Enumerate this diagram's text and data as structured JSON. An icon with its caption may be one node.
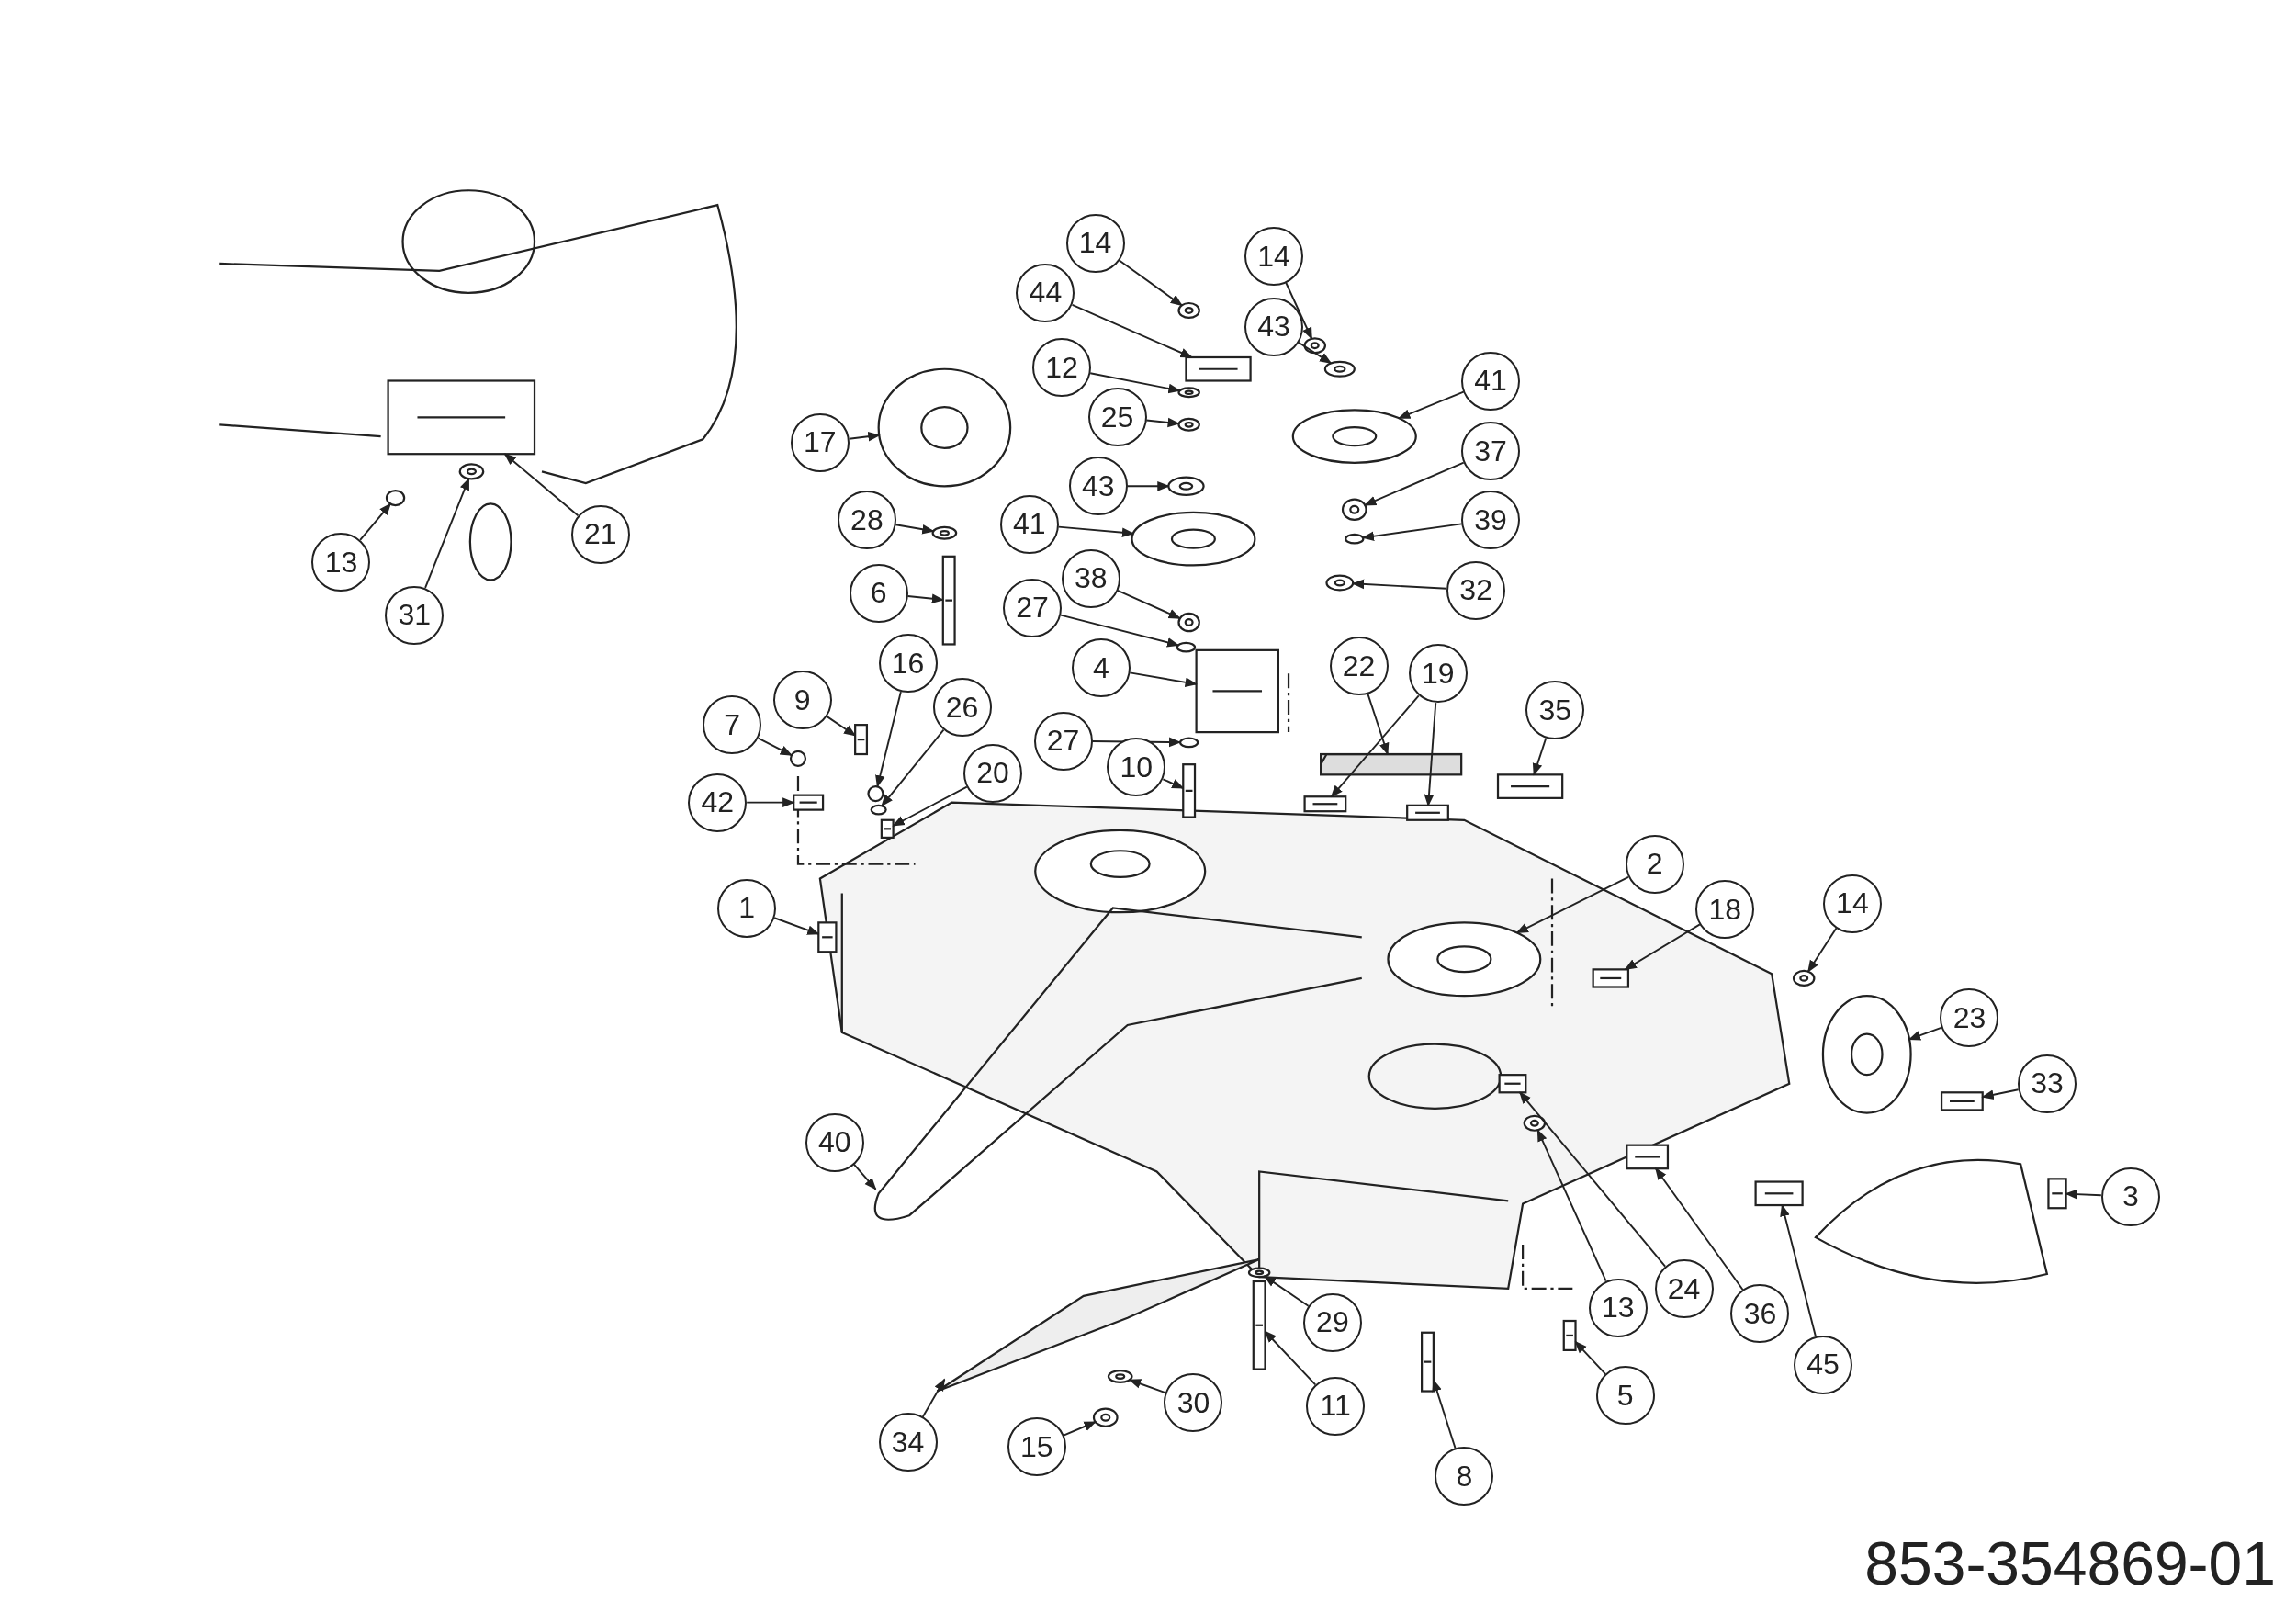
{
  "diagram": {
    "nodes": [
      {
        "text": [
          "14"
        ]
      },
      {
        "text": [
          "14"
        ]
      },
      {
        "text": [
          "44"
        ]
      },
      {
        "text": [
          "43"
        ]
      },
      {
        "text": [
          "41"
        ]
      },
      {
        "text": [
          "12"
        ]
      },
      {
        "text": [
          "25"
        ]
      },
      {
        "text": [
          "17"
        ]
      },
      {
        "text": [
          "37"
        ]
      },
      {
        "text": [
          "43"
        ]
      },
      {
        "text": [
          "28"
        ]
      },
      {
        "text": [
          "41"
        ]
      },
      {
        "text": [
          "39"
        ]
      },
      {
        "text": [
          "6"
        ]
      },
      {
        "text": [
          "32"
        ]
      },
      {
        "text": [
          "38"
        ]
      },
      {
        "text": [
          "27"
        ]
      },
      {
        "text": [
          "4"
        ]
      },
      {
        "text": [
          "22"
        ]
      },
      {
        "text": [
          "19"
        ]
      },
      {
        "text": [
          "35"
        ]
      },
      {
        "text": [
          "16"
        ]
      },
      {
        "text": [
          "9"
        ]
      },
      {
        "text": [
          "26"
        ]
      },
      {
        "text": [
          "7"
        ]
      },
      {
        "text": [
          "27"
        ]
      },
      {
        "text": [
          "20"
        ]
      },
      {
        "text": [
          "10"
        ]
      },
      {
        "text": [
          "42"
        ]
      },
      {
        "text": [
          "1"
        ]
      },
      {
        "text": [
          "2"
        ]
      },
      {
        "text": [
          "18"
        ]
      },
      {
        "text": [
          "14"
        ]
      },
      {
        "text": [
          "23"
        ]
      },
      {
        "text": [
          "33"
        ]
      },
      {
        "text": [
          "40"
        ]
      },
      {
        "text": [
          "3"
        ]
      },
      {
        "text": [
          "13"
        ]
      },
      {
        "text": [
          "24"
        ]
      },
      {
        "text": [
          "36"
        ]
      },
      {
        "text": [
          "29"
        ]
      },
      {
        "text": [
          "30"
        ]
      },
      {
        "text": [
          "11"
        ]
      },
      {
        "text": [
          "45"
        ]
      },
      {
        "text": [
          "5"
        ]
      },
      {
        "text": [
          "15"
        ]
      },
      {
        "text": [
          "34"
        ]
      },
      {
        "text": [
          "8"
        ]
      },
      {
        "text": [
          "13"
        ]
      },
      {
        "text": [
          "31"
        ]
      },
      {
        "text": [
          "21"
        ]
      },
      {
        "text": [],
        "shape": "circle"
      },
      {
        "text": [],
        "shape": "circle"
      },
      {
        "text": [],
        "shape": "box"
      },
      {
        "text": [],
        "shape": "circle"
      },
      {
        "text": [],
        "shape": "circle"
      },
      {
        "text": [],
        "shape": "circle"
      },
      {
        "text": [],
        "shape": "circle"
      },
      {
        "text": [],
        "shape": "circle"
      },
      {
        "text": [],
        "shape": "circle"
      },
      {
        "text": [],
        "shape": "circle"
      },
      {
        "text": [],
        "shape": "circle"
      },
      {
        "text": [],
        "shape": "circle"
      },
      {
        "text": [],
        "shape": "circle"
      },
      {
        "text": [],
        "shape": "box"
      },
      {
        "text": [],
        "shape": "circle"
      },
      {
        "text": [],
        "shape": "circle"
      },
      {
        "text": [],
        "shape": "circle"
      },
      {
        "text": [],
        "shape": "box"
      },
      {
        "text": [],
        "shape": "picture"
      },
      {
        "text": [],
        "shape": "box"
      },
      {
        "text": [],
        "shape": "box"
      },
      {
        "text": [],
        "shape": "box"
      },
      {
        "text": [],
        "shape": "circle"
      },
      {
        "text": [],
        "shape": "box"
      },
      {
        "text": [],
        "shape": "circle"
      },
      {
        "text": [],
        "shape": "circle"
      },
      {
        "text": [],
        "shape": "circle"
      },
      {
        "text": [],
        "shape": "box"
      },
      {
        "text": [],
        "shape": "box"
      },
      {
        "text": [],
        "shape": "box"
      },
      {
        "text": [],
        "shape": "box"
      },
      {
        "text": [],
        "shape": "circle"
      },
      {
        "text": [],
        "shape": "box"
      },
      {
        "text": [],
        "shape": "circle"
      },
      {
        "text": [],
        "shape": "circle"
      },
      {
        "text": [],
        "shape": "box"
      },
      {
        "text": [],
        "shape": "picture"
      },
      {
        "text": [],
        "shape": "box"
      },
      {
        "text": [],
        "shape": "circle"
      },
      {
        "text": [],
        "shape": "box"
      },
      {
        "text": [],
        "shape": "box"
      },
      {
        "text": [],
        "shape": "circle"
      },
      {
        "text": [],
        "shape": "circle"
      },
      {
        "text": [],
        "shape": "box"
      },
      {
        "text": [],
        "shape": "box"
      },
      {
        "text": [],
        "shape": "box"
      },
      {
        "text": [],
        "shape": "circle"
      },
      {
        "text": [],
        "shape": "picture"
      },
      {
        "text": [],
        "shape": "box"
      },
      {
        "text": [],
        "shape": "circle"
      },
      {
        "text": [],
        "shape": "circle"
      },
      {
        "text": [],
        "shape": "box"
      }
    ],
    "edges": [
      {
        "from": 0,
        "to": 51,
        "arrow": "to"
      },
      {
        "from": 1,
        "to": 52,
        "arrow": "to"
      },
      {
        "from": 2,
        "to": 53,
        "arrow": "to"
      },
      {
        "from": 3,
        "to": 54,
        "arrow": "to"
      },
      {
        "from": 4,
        "to": 55,
        "arrow": "to"
      },
      {
        "from": 5,
        "to": 56,
        "arrow": "to"
      },
      {
        "from": 6,
        "to": 57,
        "arrow": "to"
      },
      {
        "from": 7,
        "to": 58,
        "arrow": "to"
      },
      {
        "from": 8,
        "to": 59,
        "arrow": "to"
      },
      {
        "from": 9,
        "to": 60,
        "arrow": "to"
      },
      {
        "from": 10,
        "to": 61,
        "arrow": "to"
      },
      {
        "from": 11,
        "to": 62,
        "arrow": "to"
      },
      {
        "from": 12,
        "to": 63,
        "arrow": "to"
      },
      {
        "from": 13,
        "to": 64,
        "arrow": "to"
      },
      {
        "from": 14,
        "to": 65,
        "arrow": "to"
      },
      {
        "from": 15,
        "to": 66,
        "arrow": "to"
      },
      {
        "from": 16,
        "to": 67,
        "arrow": "to"
      },
      {
        "from": 17,
        "to": 68,
        "arrow": "to"
      },
      {
        "from": 18,
        "to": 69,
        "arrow": "to"
      },
      {
        "from": 19,
        "to": 70,
        "arrow": "to"
      },
      {
        "from": 19,
        "to": 71,
        "arrow": "to"
      },
      {
        "from": 20,
        "to": 72,
        "arrow": "to"
      },
      {
        "from": 21,
        "to": 73,
        "arrow": "to"
      },
      {
        "from": 22,
        "to": 74,
        "arrow": "to"
      },
      {
        "from": 23,
        "to": 75,
        "arrow": "to"
      },
      {
        "from": 24,
        "to": 76,
        "arrow": "to"
      },
      {
        "from": 25,
        "to": 77,
        "arrow": "to"
      },
      {
        "from": 26,
        "to": 78,
        "arrow": "to"
      },
      {
        "from": 27,
        "to": 79,
        "arrow": "to"
      },
      {
        "from": 28,
        "to": 80,
        "arrow": "to"
      },
      {
        "from": 29,
        "to": 81,
        "arrow": "to"
      },
      {
        "from": 30,
        "to": 82,
        "arrow": "to"
      },
      {
        "from": 31,
        "to": 83,
        "arrow": "to"
      },
      {
        "from": 32,
        "to": 84,
        "arrow": "to"
      },
      {
        "from": 33,
        "to": 85,
        "arrow": "to"
      },
      {
        "from": 34,
        "to": 86,
        "arrow": "to"
      },
      {
        "from": 35,
        "to": 87,
        "arrow": "to"
      },
      {
        "from": 36,
        "to": 88,
        "arrow": "to"
      },
      {
        "from": 37,
        "to": 89,
        "arrow": "to"
      },
      {
        "from": 38,
        "to": 90,
        "arrow": "to"
      },
      {
        "from": 39,
        "to": 91,
        "arrow": "to"
      },
      {
        "from": 40,
        "to": 92,
        "arrow": "to"
      },
      {
        "from": 41,
        "to": 93,
        "arrow": "to"
      },
      {
        "from": 42,
        "to": 94,
        "arrow": "to"
      },
      {
        "from": 43,
        "to": 95,
        "arrow": "to"
      },
      {
        "from": 44,
        "to": 96,
        "arrow": "to"
      },
      {
        "from": 45,
        "to": 97,
        "arrow": "to"
      },
      {
        "from": 46,
        "to": 98,
        "arrow": "to"
      },
      {
        "from": 47,
        "to": 99,
        "arrow": "to"
      },
      {
        "from": 48,
        "to": 100,
        "arrow": "to"
      },
      {
        "from": 49,
        "to": 101,
        "arrow": "to"
      },
      {
        "from": 50,
        "to": 102,
        "arrow": "to"
      }
    ],
    "labels": [
      "853-354869-01"
    ]
  }
}
